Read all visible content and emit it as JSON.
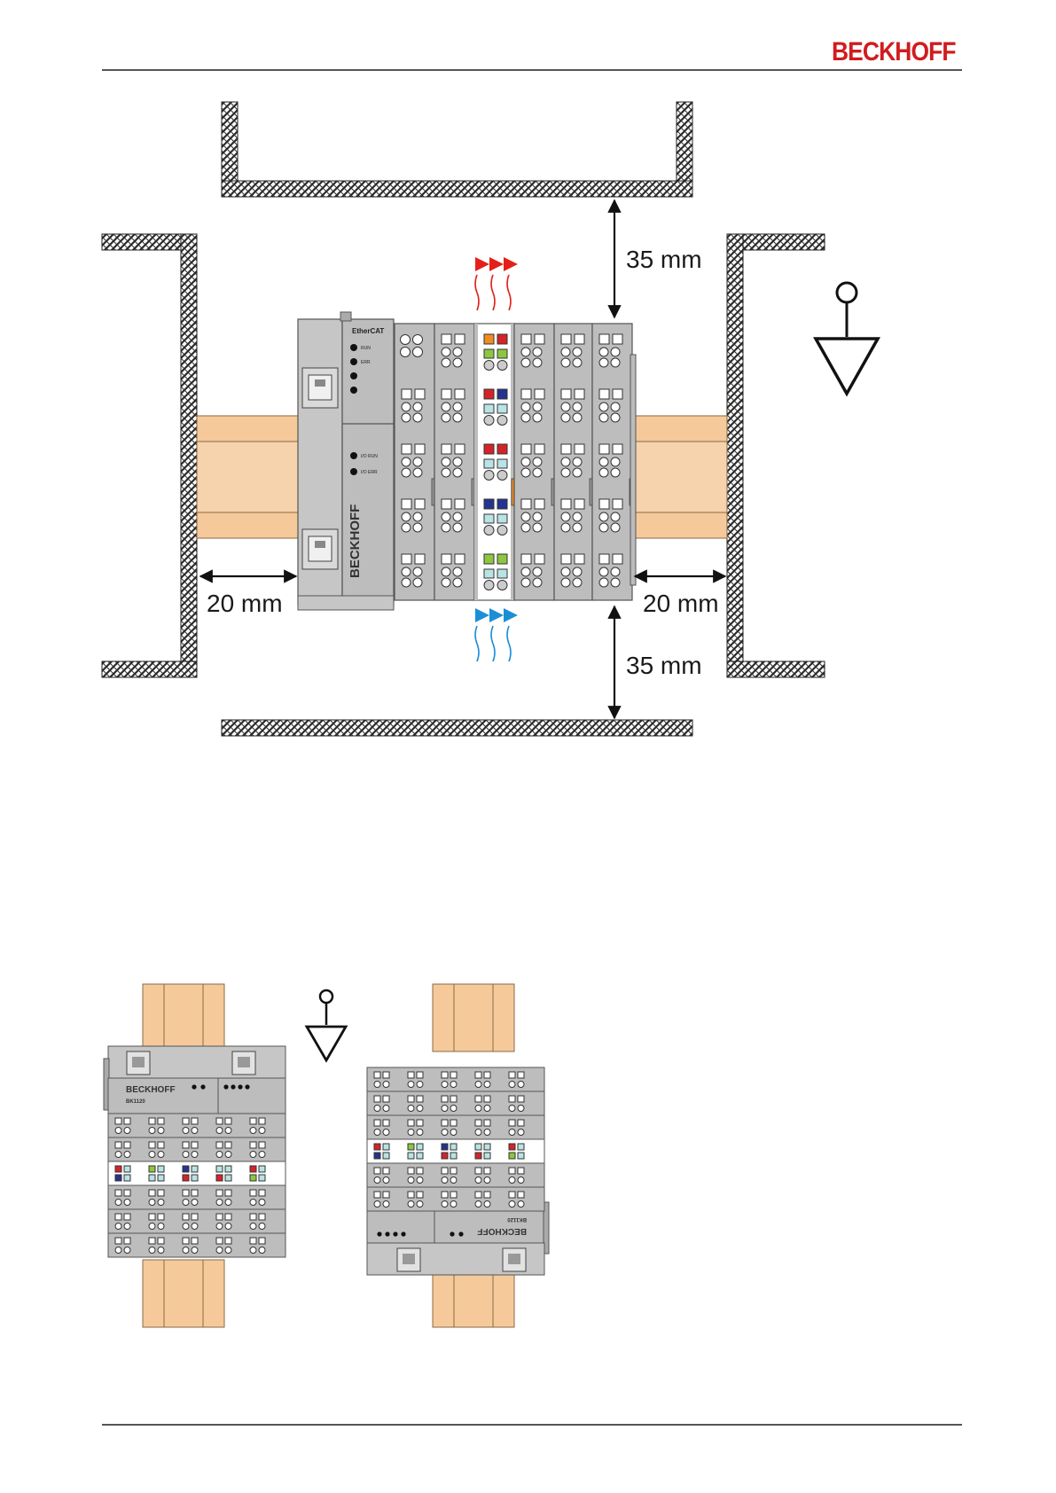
{
  "header": {
    "brand_logo": "BECKHOFF"
  },
  "figure1": {
    "dimensions": {
      "top_clearance": "35 mm",
      "bottom_clearance": "35 mm",
      "left_clearance": "20 mm",
      "right_clearance": "20 mm"
    },
    "coupler": {
      "brand": "BECKHOFF",
      "fieldbus": "EtherCAT",
      "leds": [
        "RUN",
        "ERR"
      ],
      "io_leds": [
        "I/O RUN",
        "I/O ERR"
      ]
    },
    "airflow": {
      "warm_color": "#e32119",
      "cool_color": "#1b8fd6"
    },
    "terminal_colors": {
      "housing": "#bdbdbd",
      "rail": "#f5c99a",
      "orange": "#f28b20",
      "red": "#d5232a",
      "blue": "#24338f",
      "green": "#8dc63f",
      "cyan": "#b9e3e4"
    }
  },
  "figure2": {
    "left_station": {
      "brand": "BECKHOFF",
      "model": "BK1120"
    },
    "right_station": {
      "brand": "BECKHOFF",
      "model": "BK1120"
    }
  }
}
